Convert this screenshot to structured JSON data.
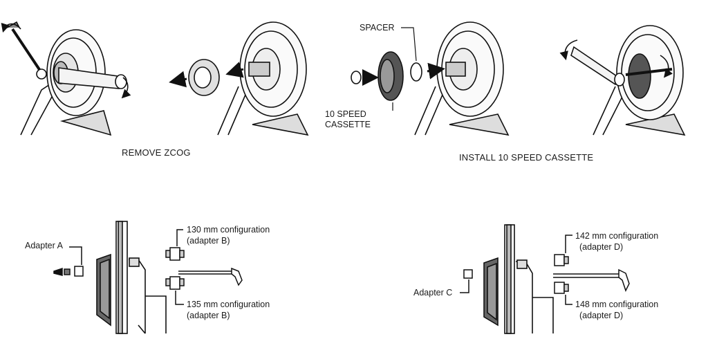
{
  "captions": {
    "remove": "REMOVE ZCOG",
    "install": "INSTALL 10 SPEED CASSETTE"
  },
  "callouts": {
    "spacer": "SPACER",
    "cassette_line1": "10 SPEED",
    "cassette_line2": "CASSETTE",
    "adapter_a": "Adapter A",
    "adapter_c": "Adapter C",
    "cfg130_line1": "130 mm configuration",
    "cfg130_line2": "(adapter B)",
    "cfg135_line1": "135 mm configuration",
    "cfg135_line2": "(adapter B)",
    "cfg142_line1": "142 mm configuration",
    "cfg142_line2": "(adapter D)",
    "cfg148_line1": "148 mm configuration",
    "cfg148_line2": "(adapter D)"
  }
}
